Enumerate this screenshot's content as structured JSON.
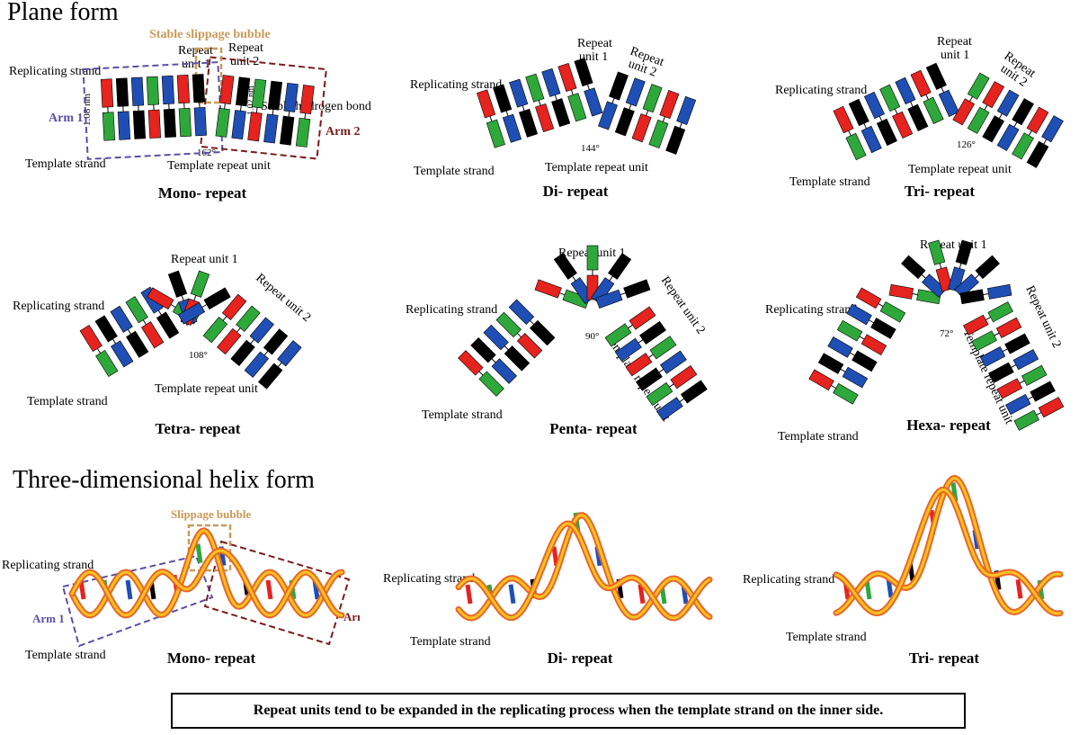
{
  "sections": {
    "plane_title": "Plane form",
    "helix_title": "Three-dimensional helix form"
  },
  "labels": {
    "replicating": "Replicating strand",
    "template": "Template strand",
    "repeat_unit_1": "Repeat unit 1",
    "repeat_unit_2": "Repeat unit 2",
    "repeat_unit_1a": "Repeat",
    "repeat_unit_1b": "unit 1",
    "repeat_unit_2b": "unit 2",
    "template_repeat_unit": "Template repeat unit",
    "stable_bubble": "Stable slippage bubble",
    "stable_hbond": "Stable hydrogen bond",
    "arm1": "Arm 1",
    "arm2": "Arm 2",
    "dim_108": "1.08 nm",
    "dim_102": "1.02 nm",
    "slippage_bubble": "Slippage bubble"
  },
  "panels": [
    {
      "caption": "Mono- repeat",
      "angle": "162°"
    },
    {
      "caption": "Di- repeat",
      "angle": "144°"
    },
    {
      "caption": "Tri- repeat",
      "angle": "126°"
    },
    {
      "caption": "Tetra- repeat",
      "angle": "108°"
    },
    {
      "caption": "Penta- repeat",
      "angle": "90°"
    },
    {
      "caption": "Hexa- repeat",
      "angle": "72°"
    }
  ],
  "helix_captions": [
    "Mono- repeat",
    "Di- repeat",
    "Tri- repeat"
  ],
  "footer": "Repeat units tend to be expanded in the replicating process when the template strand on the inner side.",
  "colors": {
    "T": "#e5231f",
    "G": "#000000",
    "C": "#1f4fb4",
    "A": "#2ea83a",
    "arm1": "#5a4fa8",
    "arm2": "#7a1a1a",
    "bubble": "#c89a5a",
    "helix_outer": "#e8662a",
    "helix_inner": "#f7c21e"
  }
}
